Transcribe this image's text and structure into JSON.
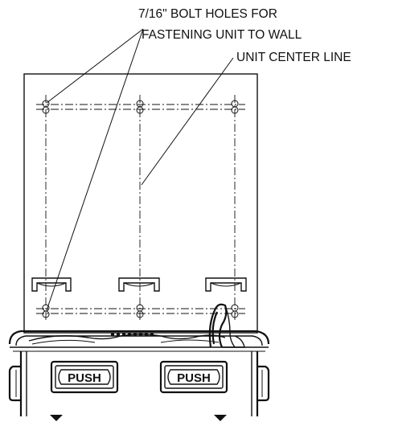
{
  "callouts": {
    "bolt_holes_line1": "7/16\" BOLT  HOLES FOR",
    "bolt_holes_line2": "FASTENING UNIT TO WALL",
    "center_line": "UNIT CENTER LINE"
  },
  "buttons": {
    "left": "PUSH",
    "right": "PUSH"
  }
}
